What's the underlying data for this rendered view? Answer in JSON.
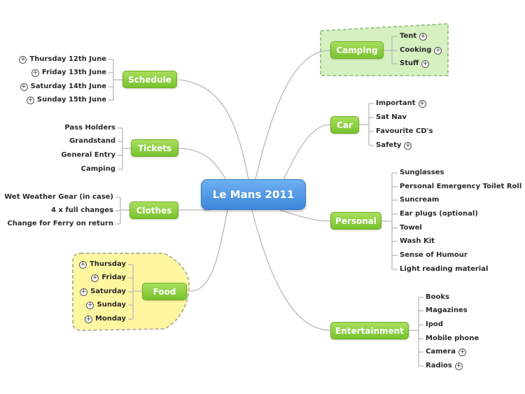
{
  "center": {
    "label": "Le Mans 2011"
  },
  "branches": {
    "schedule": {
      "label": "Schedule",
      "items": [
        "Thursday 12th June",
        "Friday 13th June",
        "Saturday 14th June",
        "Sunday 15th June"
      ]
    },
    "tickets": {
      "label": "Tickets",
      "items": [
        "Pass Holders",
        "Grandstand",
        "General Entry",
        "Camping"
      ]
    },
    "clothes": {
      "label": "Clothes",
      "items": [
        "Wet Weather Gear (in case)",
        "4 x full changes",
        "Change for Ferry on return"
      ]
    },
    "food": {
      "label": "Food",
      "items": [
        "Thursday",
        "Friday",
        "Saturday",
        "Sunday",
        "Monday"
      ]
    },
    "camping": {
      "label": "Camping",
      "items": [
        "Tent",
        "Cooking",
        "Stuff"
      ]
    },
    "car": {
      "label": "Car",
      "items": [
        "Important",
        "Sat Nav",
        "Favourite CD's",
        "Safety"
      ]
    },
    "personal": {
      "label": "Personal",
      "items": [
        "Sunglasses",
        "Personal Emergency Toilet Roll",
        "Suncream",
        "Ear plugs (optional)",
        "Towel",
        "Wash Kit",
        "Sense of Humour",
        "Light reading material"
      ]
    },
    "entertainment": {
      "label": "Entertainment",
      "items": [
        "Books",
        "Magazines",
        "Ipod",
        "Mobile phone",
        "Camera",
        "Radios"
      ]
    }
  },
  "icons": {
    "expand": "expand-plus-icon"
  },
  "colors": {
    "center": "#4a90e2",
    "topic": "#8fd246",
    "camping_callout": "#d9f2c4",
    "food_callout": "#fff8a0",
    "connector": "#b0b0b0"
  }
}
